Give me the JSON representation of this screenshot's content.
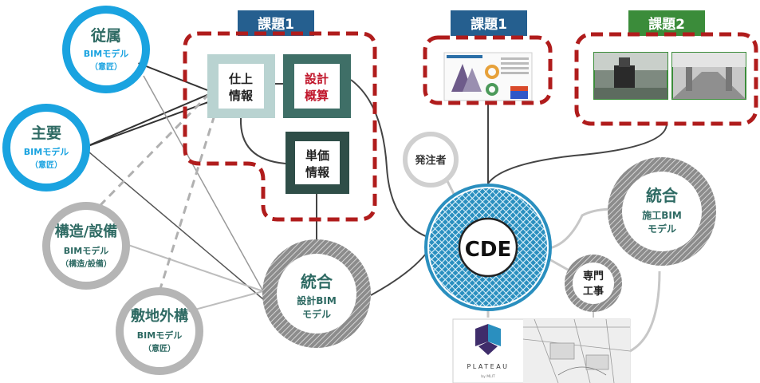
{
  "tags": {
    "left": "課題1",
    "middle": "課題1",
    "right": "課題2"
  },
  "nodes": {
    "juzoku": {
      "title": "従属",
      "sub1": "BIMモデル",
      "sub2": "（意匠）"
    },
    "shuyo": {
      "title": "主要",
      "sub1": "BIMモデル",
      "sub2": "（意匠）"
    },
    "kozo": {
      "title": "構造/設備",
      "sub1": "BIMモデル",
      "sub2": "（構造/設備）"
    },
    "shikichi": {
      "title": "敷地外構",
      "sub1": "BIMモデル",
      "sub2": "（意匠）"
    },
    "sekkei_bim": {
      "title": "統合",
      "sub1": "設計BIM",
      "sub2": "モデル"
    },
    "cde": {
      "title": "CDE"
    },
    "hacchusha": {
      "title": "発注者"
    },
    "senmon": {
      "line1": "専門",
      "line2": "工事"
    },
    "seko_bim": {
      "title": "統合",
      "sub1": "施工BIM",
      "sub2": "モデル"
    }
  },
  "boxes": {
    "shiage": {
      "line1": "仕上",
      "line2": "情報"
    },
    "sekkei_gaisan": {
      "line1": "設計",
      "line2": "概算"
    },
    "tanka": {
      "line1": "単価",
      "line2": "情報"
    }
  },
  "plateau": {
    "wordmark": "PLATEAU",
    "byline": "by MLIT"
  },
  "colors": {
    "blue_node": "#1aa3e0",
    "gray_node": "#b5b5b5",
    "tag_blue": "#255f8f",
    "tag_green": "#3b8c3a",
    "dash_red": "#b01c1c",
    "box_teal_light": "#b9d3d1",
    "box_teal_mid": "#3f6f67",
    "box_teal_dark": "#2f4e48",
    "text_teal": "#2e6a63",
    "text_red": "#c0152a",
    "cde_blue": "#2a8fbf"
  }
}
